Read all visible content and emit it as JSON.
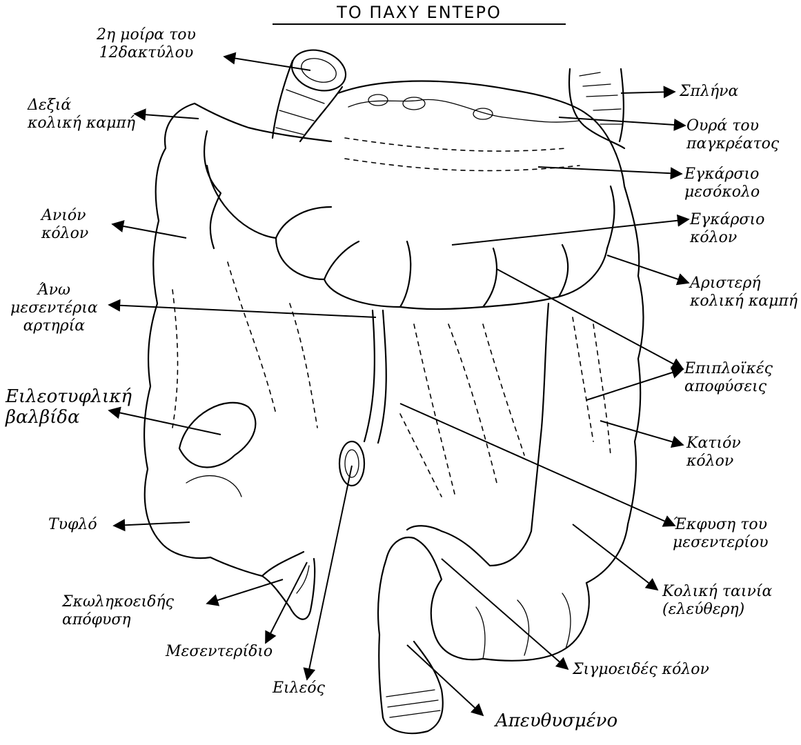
{
  "title": "ΤΟ ΠΑΧΥ  ΕΝΤΕΡΟ",
  "colors": {
    "ink": "#000000",
    "paper": "#ffffff"
  },
  "labels": {
    "duodenum": "2η μοίρα του\n12δακτύλου",
    "right_flexure": "Δεξιά\nκολική καμπή",
    "ascending": "Ανιόν\nκόλον",
    "sup_mesenteric": "Άνω\nμεσεντέρια\nαρτηρία",
    "ileocecal_valve": "Ειλεοτυφλική\nβαλβίδα",
    "cecum": "Τυφλό",
    "appendix": "Σκωληκοειδής\nαπόφυση",
    "mesoappendix": "Μεσεντερίδιο",
    "ileum": "Ειλεός",
    "spleen": "Σπλήνα",
    "pancreas_tail": "Ουρά του\nπαγκρέατος",
    "transverse_mesocolon": "Εγκάρσιο\nμεσόκολο",
    "transverse_colon": "Εγκάρσιο\nκόλον",
    "left_flexure": "Αριστερή\nκολική καμπή",
    "epiploic": "Επιπλοϊκές\nαποφύσεις",
    "descending": "Κατιόν\nκόλον",
    "mesentery_root": "Έκφυση του\nμεσεντερίου",
    "taenia": "Κολική ταινία\n(ελεύθερη)",
    "sigmoid": "Σιγμοειδές κόλον",
    "rectum": "Απευθυσμένο"
  }
}
